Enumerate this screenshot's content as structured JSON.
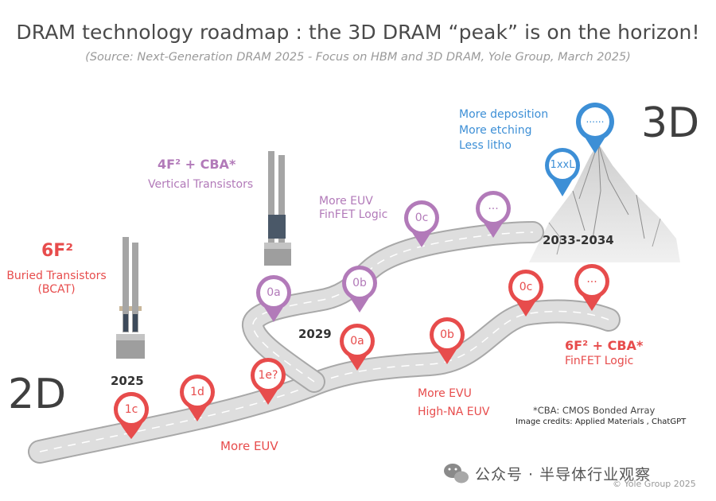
{
  "title": "DRAM technology roadmap : the 3D DRAM “peak” is on the horizon!",
  "subtitle": "(Source: Next-Generation DRAM 2025 - Focus on HBM and 3D DRAM, Yole Group, March 2025)",
  "labels": {
    "two_d": "2D",
    "three_d": "3D",
    "six_f2": "6F²",
    "buried_line1": "Buried Transistors",
    "buried_line2": "(BCAT)",
    "year_2025": "2025",
    "four_f2": "4F² + CBA*",
    "vertical_transistors": "Vertical Transistors",
    "more_euv_finfet_line1": "More EUV",
    "more_euv_finfet_line2": "FinFET Logic",
    "year_2029": "2029",
    "deposition_line1": "More deposition",
    "deposition_line2": "More etching",
    "deposition_line3": "Less litho",
    "year_2033": "2033-2034",
    "six_f2_cba": "6F² + CBA*",
    "finfet_logic": "FinFET Logic",
    "more_euv_bottom": "More EUV",
    "more_evu_line1": "More EVU",
    "more_evu_line2": "High-NA EUV",
    "cba_note": "*CBA: CMOS Bonded Array",
    "credits": "Image credits: Applied Materials , ChatGPT",
    "copyright": "© Yole Group 2025",
    "watermark": "公众号 · 半导体行业观察"
  },
  "pins": {
    "red_1c": "1c",
    "red_1d": "1d",
    "red_1e": "1e?",
    "red_0a": "0a",
    "red_0b": "0b",
    "red_0c": "0c",
    "red_dots": "...",
    "purple_0a": "0a",
    "purple_0b": "0b",
    "purple_0c": "0c",
    "purple_dots": "...",
    "blue_1xxl": "1xxL",
    "blue_dots": "......"
  },
  "colors": {
    "red": "#e74c4c",
    "purple": "#b27ab9",
    "blue": "#3d8fd6",
    "road": "#d9d9d9",
    "road_edge": "#9e9e9e"
  }
}
